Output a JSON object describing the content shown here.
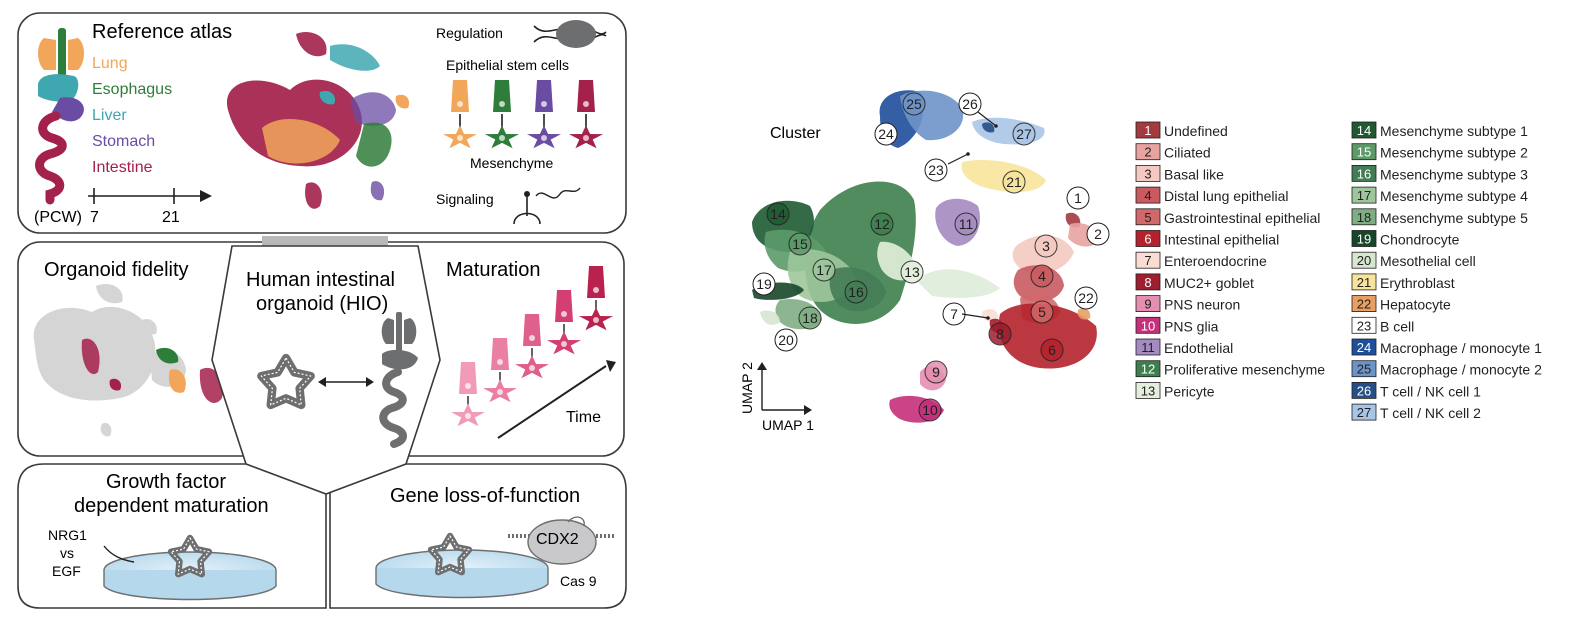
{
  "colors": {
    "lung": "#f2a65a",
    "esophagus": "#2f7d3b",
    "liver": "#3fa7b0",
    "stomach": "#6a4ca3",
    "intestine": "#a3214a",
    "dish": "#c6e0f0",
    "organ_gray": "#6d6e70"
  },
  "panel_a": {
    "title": "Reference atlas",
    "organs": [
      {
        "name": "Lung",
        "color": "#f2a65a"
      },
      {
        "name": "Esophagus",
        "color": "#2f7d3b"
      },
      {
        "name": "Liver",
        "color": "#3fa7b0"
      },
      {
        "name": "Stomach",
        "color": "#6a4ca3"
      },
      {
        "name": "Intestine",
        "color": "#a3214a"
      }
    ],
    "timeline_label": "(PCW)",
    "timeline_ticks": [
      "7",
      "21"
    ],
    "regulation": "Regulation",
    "stem_cells": "Epithelial stem cells",
    "mesenchyme": "Mesenchyme",
    "signaling": "Signaling"
  },
  "panel_b": {
    "fidelity": "Organoid fidelity",
    "hio_line1": "Human intestinal",
    "hio_line2": "organoid (HIO)",
    "maturation": "Maturation",
    "time": "Time"
  },
  "panel_c": {
    "growth_line1": "Growth factor",
    "growth_line2": "dependent maturation",
    "nrg1": "NRG1",
    "vs": "vs",
    "egf": "EGF",
    "gene_lof": "Gene loss-of-function",
    "cdx2": "CDX2",
    "cas9": "Cas 9"
  },
  "umap": {
    "title": "Cluster",
    "xlabel": "UMAP 1",
    "ylabel": "UMAP 2"
  },
  "legend": [
    {
      "id": "1",
      "label": "Undefined",
      "color": "#a33b3e",
      "text": "#ffffff"
    },
    {
      "id": "2",
      "label": "Ciliated",
      "color": "#e8a3a0",
      "text": "#231f20"
    },
    {
      "id": "3",
      "label": "Basal like",
      "color": "#f4c9c1",
      "text": "#231f20"
    },
    {
      "id": "4",
      "label": "Distal lung epithelial",
      "color": "#c95b60",
      "text": "#231f20"
    },
    {
      "id": "5",
      "label": "Gastrointestinal epithelial",
      "color": "#d1686b",
      "text": "#231f20"
    },
    {
      "id": "6",
      "label": "Intestinal epithelial",
      "color": "#b5222b",
      "text": "#ffffff"
    },
    {
      "id": "7",
      "label": "Enteroendocrine",
      "color": "#f9ddd3",
      "text": "#231f20"
    },
    {
      "id": "8",
      "label": "MUC2+ goblet",
      "color": "#9e1d2e",
      "text": "#ffffff"
    },
    {
      "id": "9",
      "label": "PNS neuron",
      "color": "#e58fb0",
      "text": "#231f20"
    },
    {
      "id": "10",
      "label": "PNS glia",
      "color": "#c5307a",
      "text": "#ffffff"
    },
    {
      "id": "11",
      "label": "Endothelial",
      "color": "#a48bc1",
      "text": "#231f20"
    },
    {
      "id": "12",
      "label": "Proliferative mesenchyme",
      "color": "#3d7f4d",
      "text": "#ffffff"
    },
    {
      "id": "13",
      "label": "Pericyte",
      "color": "#e3efdc",
      "text": "#231f20"
    },
    {
      "id": "14",
      "label": "Mesenchyme subtype 1",
      "color": "#1f5a33",
      "text": "#ffffff"
    },
    {
      "id": "15",
      "label": "Mesenchyme subtype 2",
      "color": "#5c9a6a",
      "text": "#ffffff"
    },
    {
      "id": "16",
      "label": "Mesenchyme subtype 3",
      "color": "#447c56",
      "text": "#ffffff"
    },
    {
      "id": "17",
      "label": "Mesenchyme subtype 4",
      "color": "#9dc69c",
      "text": "#231f20"
    },
    {
      "id": "18",
      "label": "Mesenchyme subtype 5",
      "color": "#7fae84",
      "text": "#231f20"
    },
    {
      "id": "19",
      "label": "Chondrocyte",
      "color": "#17472a",
      "text": "#ffffff"
    },
    {
      "id": "20",
      "label": "Mesothelial cell",
      "color": "#d6e6cf",
      "text": "#231f20"
    },
    {
      "id": "21",
      "label": "Erythroblast",
      "color": "#f7e49b",
      "text": "#231f20"
    },
    {
      "id": "22",
      "label": "Hepatocyte",
      "color": "#e6a063",
      "text": "#231f20"
    },
    {
      "id": "23",
      "label": "B cell",
      "color": "#ffffff",
      "text": "#231f20"
    },
    {
      "id": "24",
      "label": "Macrophage / monocyte 1",
      "color": "#1f4e9a",
      "text": "#ffffff"
    },
    {
      "id": "25",
      "label": "Macrophage / monocyte 2",
      "color": "#6d94c9",
      "text": "#231f20"
    },
    {
      "id": "26",
      "label": "T cell / NK cell 1",
      "color": "#274f87",
      "text": "#ffffff"
    },
    {
      "id": "27",
      "label": "T cell / NK cell 2",
      "color": "#a9c5e6",
      "text": "#231f20"
    }
  ]
}
